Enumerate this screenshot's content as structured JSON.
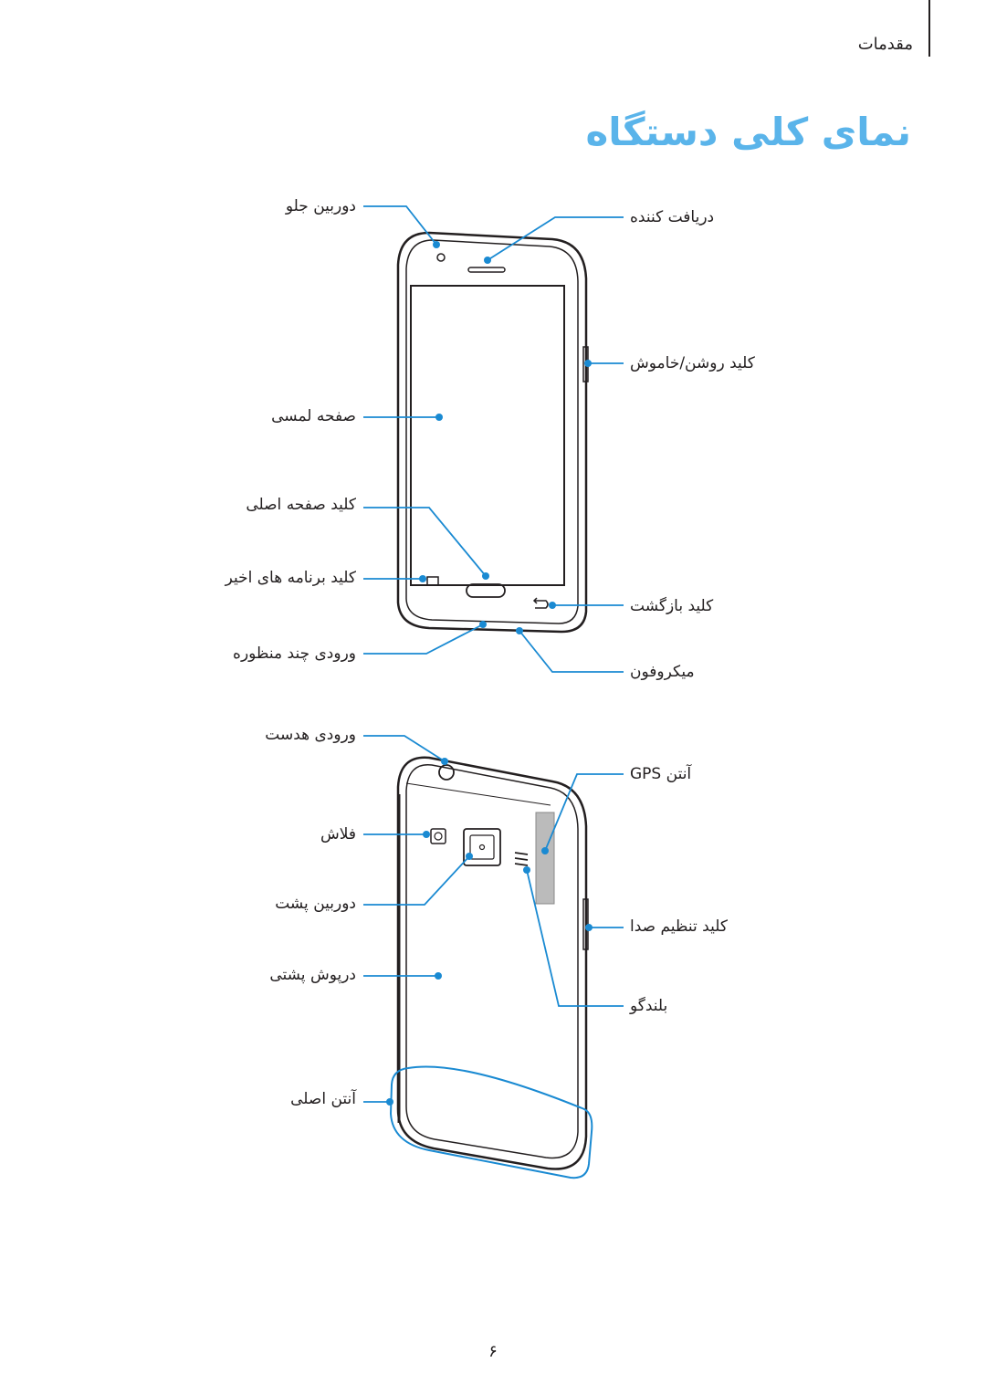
{
  "header": {
    "section": "مقدمات",
    "title": "نمای کلی دستگاه"
  },
  "front_labels": {
    "front_camera": "دوربین جلو",
    "earpiece": "دریافت کننده",
    "power_key": "کلید روشن/خاموش",
    "touchscreen": "صفحه لمسی",
    "home_key": "کلید صفحه اصلی",
    "recent_apps_key": "کلید برنامه های اخیر",
    "back_key": "کلید بازگشت",
    "multipurpose_jack": "ورودی چند منظوره",
    "microphone": "میکروفون"
  },
  "back_labels": {
    "headset_jack": "ورودی هدست",
    "gps_antenna": "آنتن GPS",
    "flash": "فلاش",
    "rear_camera": "دوربین پشت",
    "volume_key": "کلید تنظیم صدا",
    "back_cover": "درپوش پشتی",
    "speaker": "بلندگو",
    "main_antenna": "آنتن اصلی"
  },
  "colors": {
    "accent": "#5ab4ea",
    "leader": "#1a8ad2",
    "text": "#231f20"
  },
  "footer": {
    "page_number": "۶"
  }
}
